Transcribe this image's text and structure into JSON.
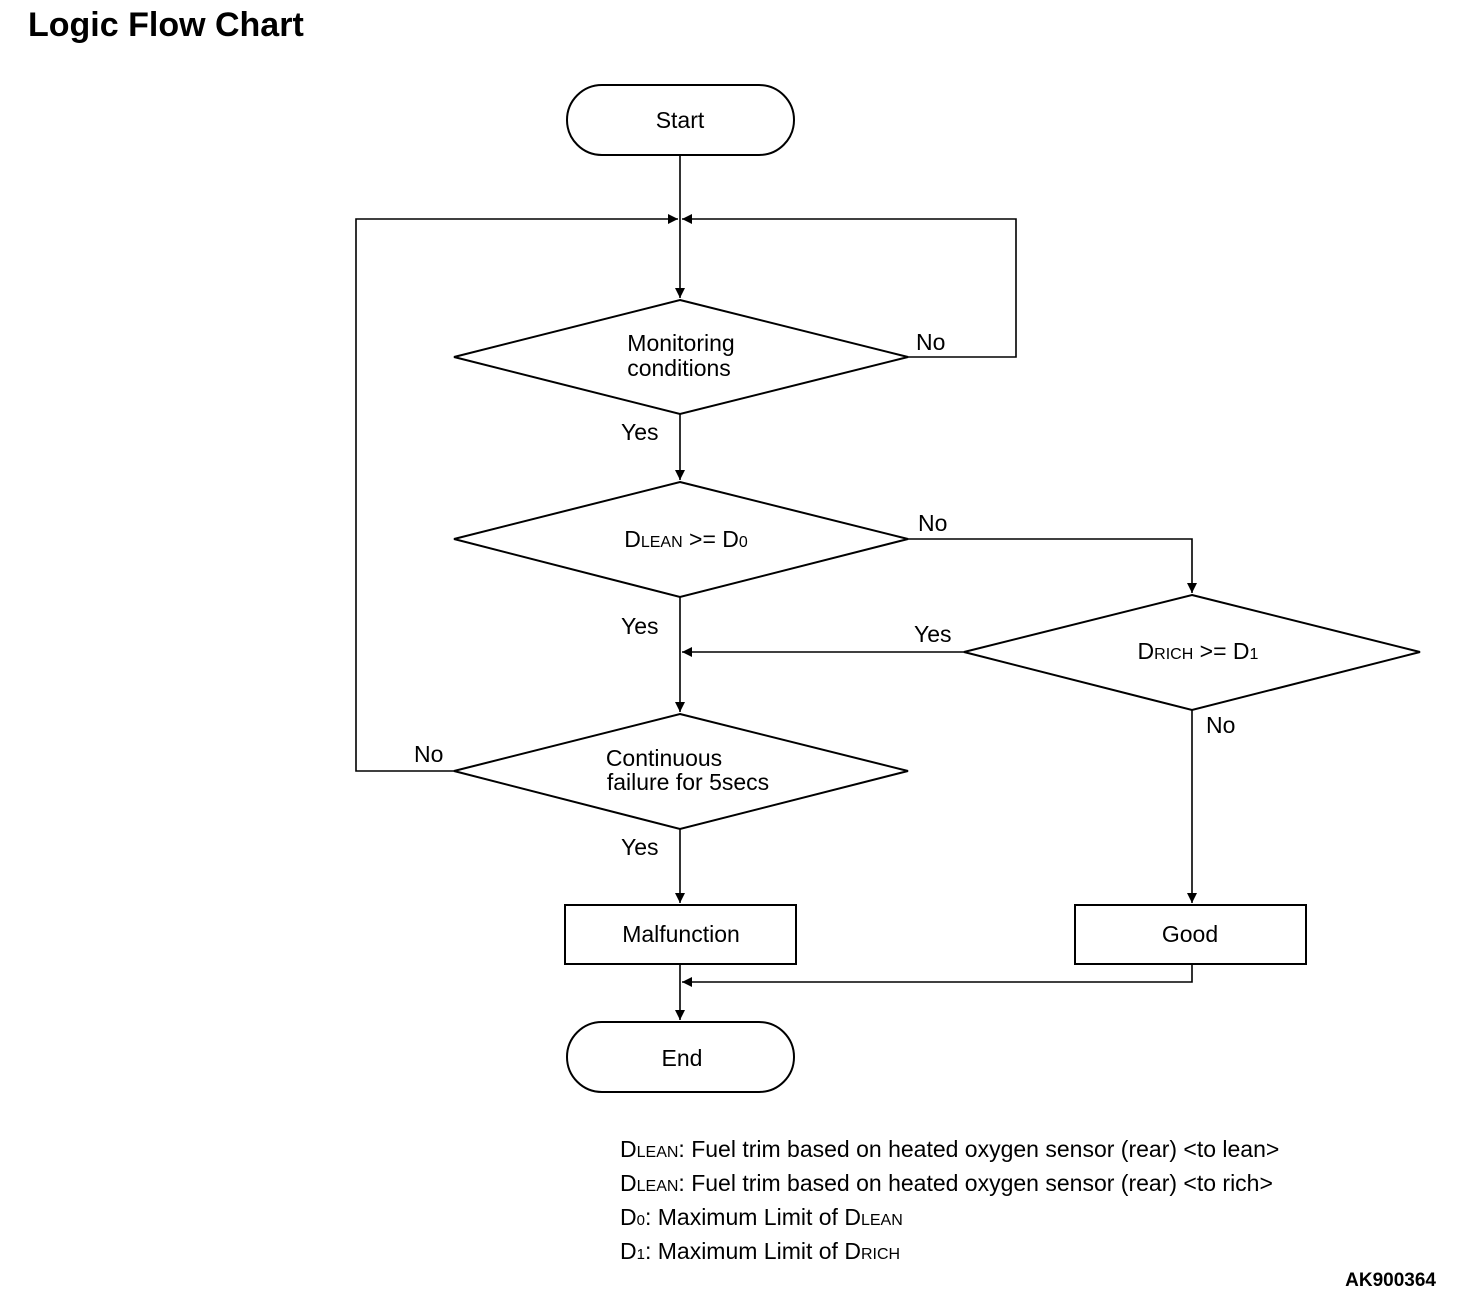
{
  "title": "Logic Flow Chart",
  "nodes": {
    "start": "Start",
    "monitoring": [
      "Monitoring",
      "conditions"
    ],
    "dlean": {
      "main_a": "D",
      "sc_a": "LEAN",
      "op": ">= D",
      "sub": "0"
    },
    "drich": {
      "main_a": "D",
      "sc_a": "RICH",
      "op": ">= D",
      "sub": "1"
    },
    "continuous": [
      "Continuous",
      "failure for 5secs"
    ],
    "malfunction": "Malfunction",
    "good": "Good",
    "end": "End"
  },
  "branches": {
    "monitoring_no": "No",
    "monitoring_yes": "Yes",
    "dlean_no": "No",
    "dlean_yes": "Yes",
    "drich_yes": "Yes",
    "drich_no": "No",
    "continuous_no": "No",
    "continuous_yes": "Yes"
  },
  "legend": [
    {
      "d": "D",
      "sc": "LEAN",
      "text": ": Fuel trim based on heated oxygen sensor (rear) <to lean>"
    },
    {
      "d": "D",
      "sc": "LEAN",
      "text": ": Fuel trim based on heated oxygen sensor (rear) <to rich>"
    },
    {
      "d": "D",
      "sub": "0",
      "text": ": Maximum Limit of D",
      "tail_sc": "LEAN"
    },
    {
      "d": "D",
      "sub": "1",
      "text": ": Maximum Limit of D",
      "tail_sc": "RICH"
    }
  ],
  "figure_code": "AK900364"
}
